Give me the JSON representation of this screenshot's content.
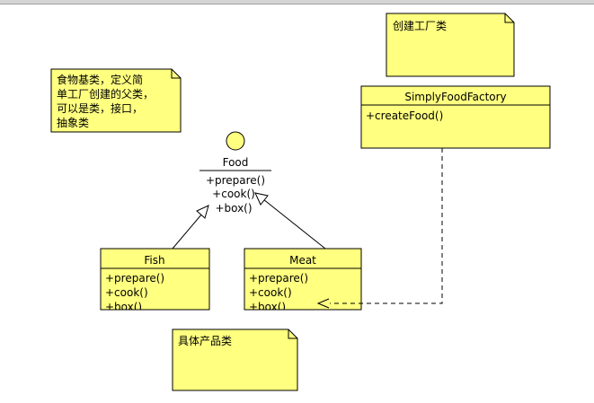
{
  "colors": {
    "fill": "#ffff80",
    "stroke": "#000000",
    "circle_fill": "#ffff80"
  },
  "notes": {
    "factory_note": "创建工厂类",
    "base_note": [
      "食物基类，定义简",
      "单工厂创建的父类，",
      "可以是类，接口，",
      "抽象类"
    ],
    "product_note": "具体产品类"
  },
  "classes": {
    "factory": {
      "name": "SimplyFoodFactory",
      "methods": [
        "+createFood()"
      ]
    },
    "food": {
      "name": "Food",
      "methods": [
        "+prepare()",
        "+cook()",
        "+box()"
      ]
    },
    "fish": {
      "name": "Fish",
      "methods": [
        "+prepare()",
        "+cook()",
        "+box()"
      ]
    },
    "meat": {
      "name": "Meat",
      "methods": [
        "+prepare()",
        "+cook()",
        "+box()"
      ]
    }
  }
}
